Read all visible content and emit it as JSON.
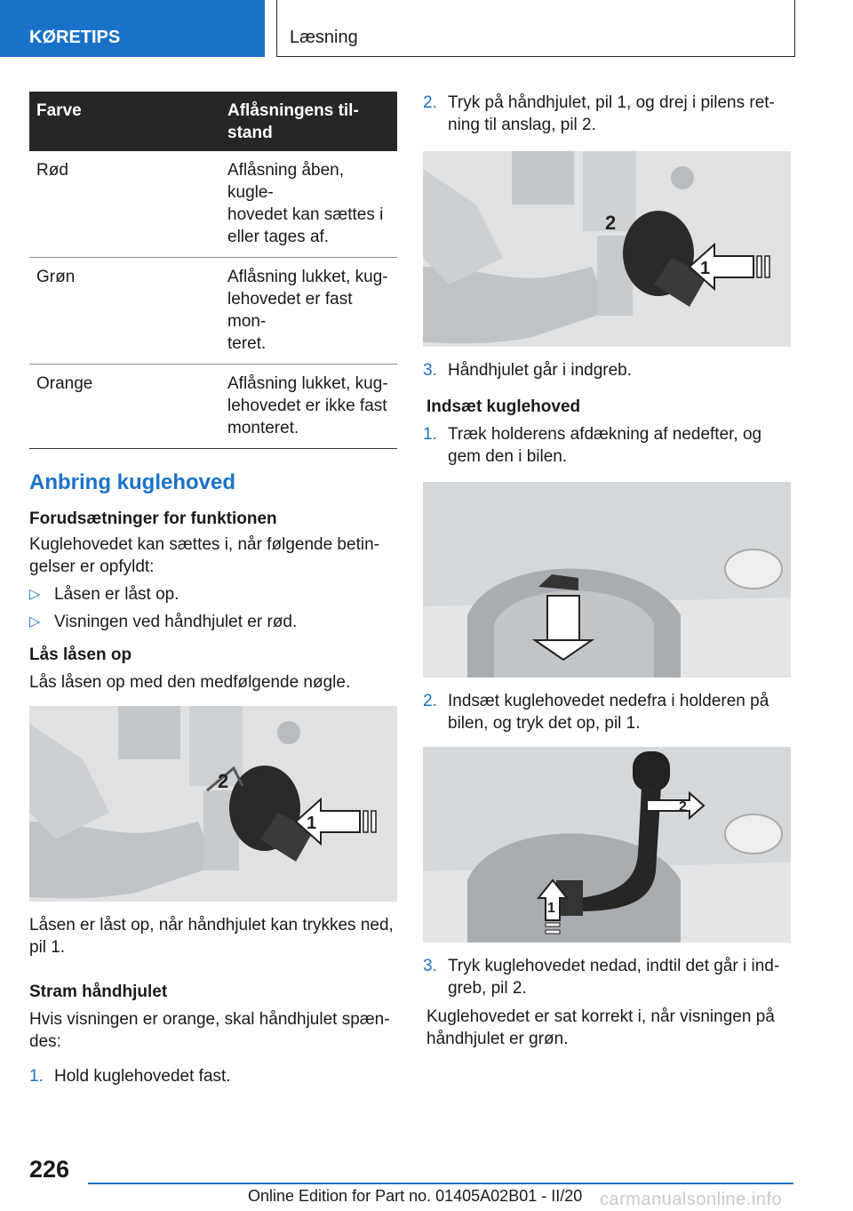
{
  "header": {
    "section": "KØRETIPS",
    "topic": "Læsning"
  },
  "table": {
    "headers": [
      "Farve",
      "Aflåsningens til‐\nstand"
    ],
    "rows": [
      {
        "color": "Rød",
        "state": "Aflåsning åben, kugle‐\nhovedet kan sættes i\neller tages af."
      },
      {
        "color": "Grøn",
        "state": "Aflåsning lukket, kug‐\nlehovedet er fast mon‐\nteret."
      },
      {
        "color": "Orange",
        "state": "Aflåsning lukket, kug‐\nlehovedet er ikke fast\nmonteret."
      }
    ]
  },
  "left": {
    "title": "Anbring kuglehoved",
    "prereq_heading": "Forudsætninger for funktionen",
    "prereq_text": "Kuglehovedet kan sættes i, når følgende betin‐\ngelser er opfyldt:",
    "prereq_items": [
      "Låsen er låst op.",
      "Visningen ved håndhjulet er rød."
    ],
    "unlock_heading": "Lås låsen op",
    "unlock_text": "Lås låsen op med den medfølgende nøgle.",
    "img1_caption": "Låsen er låst op, når håndhjulet kan trykkes ned,\npil 1.",
    "tension_heading": "Stram håndhjulet",
    "tension_text": "Hvis visningen er orange, skal håndhjulet spæn‐\ndes:",
    "tension_step1": {
      "num": "1.",
      "text": "Hold kuglehovedet fast."
    }
  },
  "right": {
    "step2": {
      "num": "2.",
      "text": "Tryk på håndhjulet, pil 1, og drej i pilens ret‐\nning til anslag, pil 2."
    },
    "step3": {
      "num": "3.",
      "text": "Håndhjulet går i indgreb."
    },
    "insert_heading": "Indsæt kuglehoved",
    "insert1": {
      "num": "1.",
      "text": "Træk holderens afdækning af nedefter, og\ngem den i bilen."
    },
    "insert2": {
      "num": "2.",
      "text": "Indsæt kuglehovedet nedefra i holderen på\nbilen, og tryk det op, pil 1."
    },
    "insert3": {
      "num": "3.",
      "text": "Tryk kuglehovedet nedad, indtil det går i ind‐\ngreb, pil 2."
    },
    "final_text": "Kuglehovedet er sat korrekt i, når visningen på\nhåndhjulet er grøn."
  },
  "illus_labels": {
    "one": "1",
    "two": "2"
  },
  "footer": {
    "page": "226",
    "edition": "Online Edition for Part no. 01405A02B01 - II/20",
    "watermark": "carmanualsonline.info"
  }
}
